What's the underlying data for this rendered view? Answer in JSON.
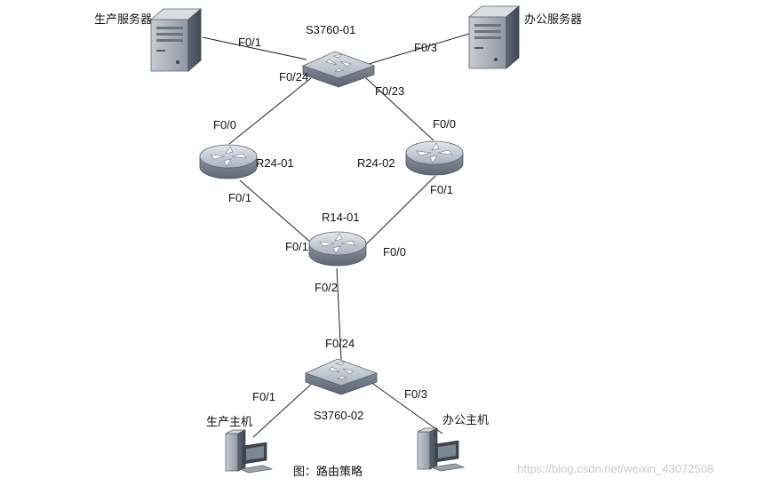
{
  "devices": {
    "prod_server": "生产服务器",
    "office_server": "办公服务器",
    "s3760_01": "S3760-01",
    "r24_01": "R24-01",
    "r24_02": "R24-02",
    "r14_01": "R14-01",
    "s3760_02": "S3760-02",
    "prod_host": "生产主机",
    "office_host": "办公主机"
  },
  "ports": {
    "prod_server_link": "F0/1",
    "office_server_link": "F0/3",
    "s1_to_r1": "F0/24",
    "s1_to_r2": "F0/23",
    "r1_to_s1": "F0/0",
    "r2_to_s1": "F0/0",
    "r1_to_r14": "F0/1",
    "r2_to_r14": "F0/1",
    "r14_to_r1": "F0/1",
    "r14_to_r2": "F0/0",
    "r14_to_s2": "F0/2",
    "s2_to_r14": "F0/24",
    "s2_to_prod_host": "F0/1",
    "s2_to_office_host": "F0/3"
  },
  "caption": "图：路由策略",
  "watermark": "https://blog.csdn.net/weixin_43072508"
}
